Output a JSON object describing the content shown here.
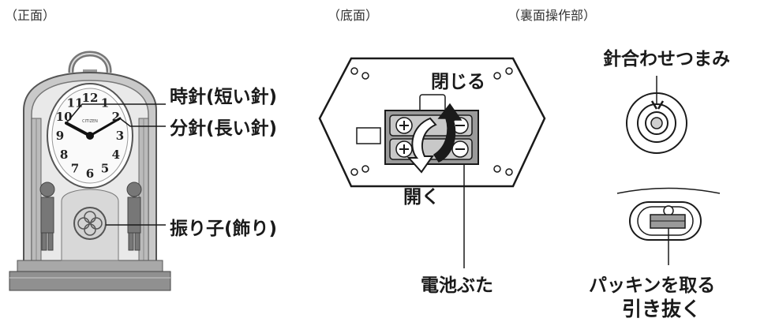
{
  "sections": {
    "front": {
      "caption": "（正面）"
    },
    "bottom": {
      "caption": "（底面）"
    },
    "back": {
      "caption": "（裏面操作部）"
    }
  },
  "front_labels": {
    "hour_hand": "時針(短い針)",
    "minute_hand": "分針(長い針)",
    "pendulum": "振り子(飾り)"
  },
  "clock": {
    "brand": "CITIZEN",
    "numerals": [
      "12",
      "1",
      "2",
      "3",
      "4",
      "5",
      "6",
      "7",
      "8",
      "9",
      "10",
      "11"
    ]
  },
  "bottom_labels": {
    "close": "閉じる",
    "open": "開く",
    "battery_cover": "電池ぶた"
  },
  "back_labels": {
    "knob": "針合わせつまみ",
    "packing": "パッキンを取る",
    "pull_out": "引き抜く"
  },
  "colors": {
    "line": "#1a1a1a",
    "battery_gray": "#9a9a9a",
    "metal": "#8c8c8c"
  }
}
